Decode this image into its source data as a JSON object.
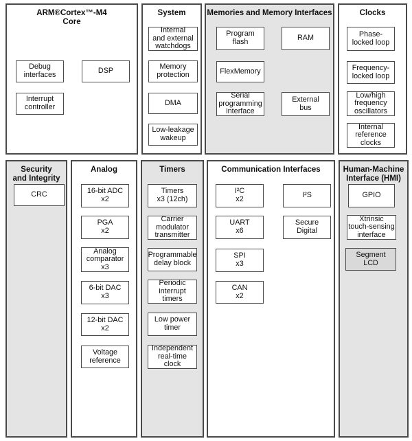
{
  "panels": {
    "core": {
      "title": "ARM®Cortex™-M4\nCore",
      "boxes": {
        "debug": "Debug\ninterfaces",
        "dsp": "DSP",
        "interrupt": "Interrupt\ncontroller"
      }
    },
    "system": {
      "title": "System",
      "boxes": {
        "watchdogs": "Internal\nand external\nwatchdogs",
        "memory_protection": "Memory\nprotection",
        "dma": "DMA",
        "low_leakage_wakeup": "Low-leakage\nwakeup"
      }
    },
    "memories": {
      "title": "Memories and Memory Interfaces",
      "boxes": {
        "program_flash": "Program\nflash",
        "ram": "RAM",
        "flexmemory": "FlexMemory",
        "serial_programming": "Serial\nprogramming\ninterface",
        "external_bus": "External\nbus"
      }
    },
    "clocks": {
      "title": "Clocks",
      "boxes": {
        "pll": "Phase-\nlocked loop",
        "fll": "Frequency-\nlocked loop",
        "oscillators": "Low/high\nfrequency\noscillators",
        "internal_reference": "Internal\nreference\nclocks"
      }
    },
    "security": {
      "title": "Security\nand Integrity",
      "boxes": {
        "crc": "CRC"
      }
    },
    "analog": {
      "title": "Analog",
      "boxes": {
        "adc": "16-bit ADC\nx2",
        "pga": "PGA\nx2",
        "comparator": "Analog\ncomparator\nx3",
        "dac6": "6-bit DAC\nx3",
        "dac12": "12-bit DAC\nx2",
        "vref": "Voltage\nreference"
      }
    },
    "timers": {
      "title": "Timers",
      "boxes": {
        "timers": "Timers\nx3 (12ch)",
        "carrier_modulator": "Carrier\nmodulator\ntransmitter",
        "programmable_delay": "Programmable\ndelay block",
        "periodic_interrupt": "Periodic\ninterrupt\ntimers",
        "low_power_timer": "Low power\ntimer",
        "rtc": "Independent\nreal-time\nclock"
      }
    },
    "comm": {
      "title": "Communication Interfaces",
      "boxes": {
        "i2c": "I²C\nx2",
        "uart": "UART\nx6",
        "spi": "SPI\nx3",
        "can": "CAN\nx2",
        "i2s": "I²S",
        "secure_digital": "Secure\nDigital"
      }
    },
    "hmi": {
      "title": "Human-Machine\nInterface (HMI)",
      "boxes": {
        "gpio": "GPIO",
        "touch_sensing": "Xtrinsic\ntouch-sensing\ninterface",
        "segment_lcd": "Segment\nLCD"
      }
    }
  },
  "colors": {
    "panel_shaded": "#e4e4e4",
    "box_fill": "#ffffff",
    "segment_lcd_fill": "#d9d9d9",
    "border": "#4a4a4a",
    "text": "#111111"
  }
}
